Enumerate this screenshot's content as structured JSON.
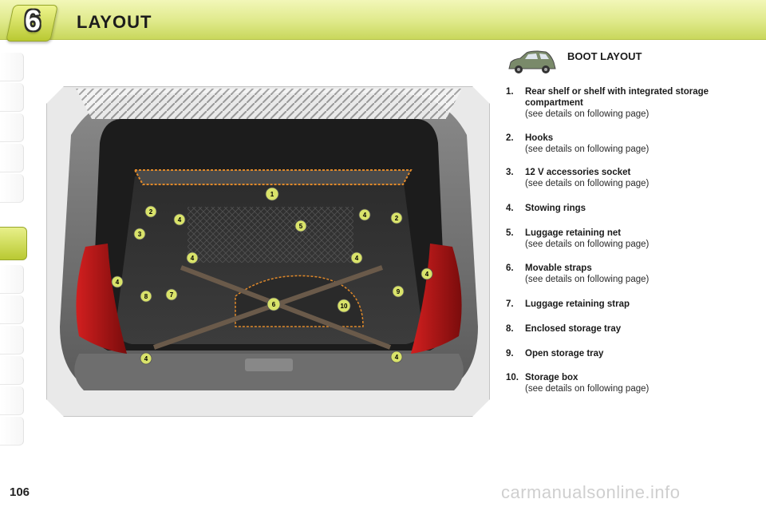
{
  "header": {
    "chapter_number": "6",
    "title": "LAYOUT"
  },
  "section": {
    "title": "BOOT LAYOUT",
    "icon": "car-icon"
  },
  "items": [
    {
      "num": "1.",
      "label": "Rear shelf or shelf with integrated storage compartment",
      "sub": "(see details on following page)"
    },
    {
      "num": "2.",
      "label": "Hooks",
      "sub": "(see details on following page)"
    },
    {
      "num": "3.",
      "label": "12 V accessories socket",
      "sub": "(see details on following page)"
    },
    {
      "num": "4.",
      "label": "Stowing rings",
      "sub": ""
    },
    {
      "num": "5.",
      "label": "Luggage retaining net",
      "sub": "(see details on following page)"
    },
    {
      "num": "6.",
      "label": "Movable straps",
      "sub": "(see details on following page)"
    },
    {
      "num": "7.",
      "label": "Luggage retaining strap",
      "sub": ""
    },
    {
      "num": "8.",
      "label": "Enclosed storage tray",
      "sub": ""
    },
    {
      "num": "9.",
      "label": "Open storage tray",
      "sub": ""
    },
    {
      "num": "10.",
      "label": "Storage box",
      "sub": "(see details on following page)"
    }
  ],
  "callouts": [
    "1",
    "2",
    "2",
    "3",
    "4",
    "4",
    "4",
    "4",
    "4",
    "4",
    "4",
    "4",
    "5",
    "6",
    "7",
    "8",
    "9",
    "10"
  ],
  "footer": {
    "page_number": "106",
    "watermark": "carmanualsonline.info"
  },
  "colors": {
    "accent": "#c9d75c",
    "callout_fill": "#d9e36a",
    "outline": "#e0892a"
  }
}
